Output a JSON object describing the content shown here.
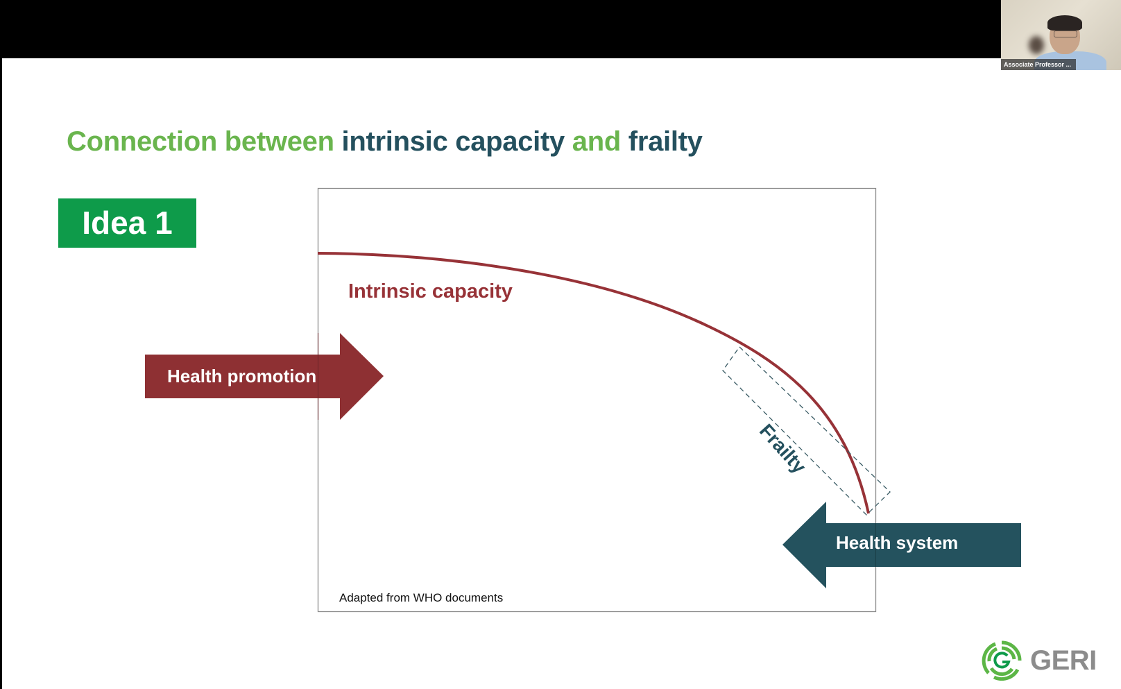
{
  "meeting": {
    "participant_video": {
      "name_label": "Associate Professor ..."
    }
  },
  "slide": {
    "title": {
      "parts": [
        {
          "text": "Connection between ",
          "color": "#6ab54e"
        },
        {
          "text": "intrinsic capacity ",
          "color": "#24505e"
        },
        {
          "text": "and ",
          "color": "#6ab54e"
        },
        {
          "text": "frailty",
          "color": "#24505e"
        }
      ]
    },
    "idea_badge": {
      "label": "Idea 1",
      "color": "#0e9b4a"
    },
    "diagram": {
      "curve_label": "Intrinsic capacity",
      "curve_color": "#973237",
      "highlight_label": "Frailty",
      "highlight_color": "#24505e",
      "left_arrow": {
        "label": "Health promotion",
        "color": "#8e3033",
        "direction": "right"
      },
      "right_arrow": {
        "label": "Health system",
        "color": "#24525e",
        "direction": "left"
      },
      "source_note": "Adapted from WHO documents"
    },
    "logo": {
      "text": "GERI",
      "icon": "geri-spiral-g-icon",
      "color": "#8c8c8c",
      "icon_color": "#5cb646"
    }
  }
}
